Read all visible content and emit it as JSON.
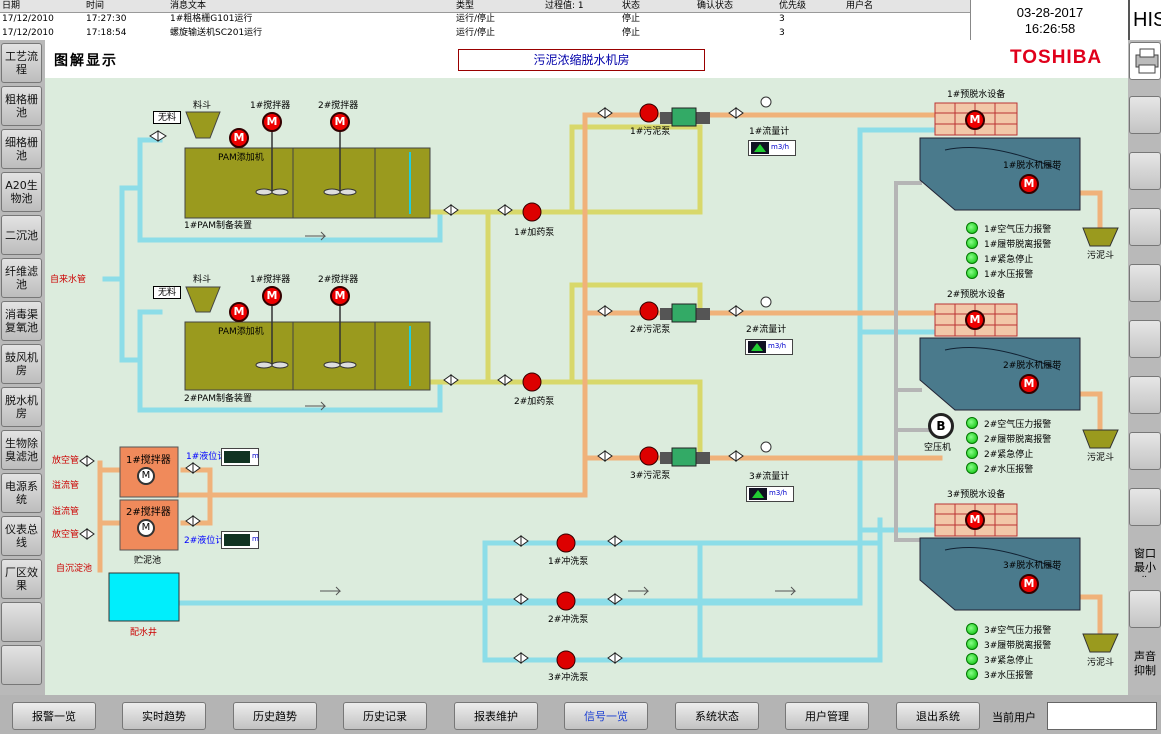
{
  "alarm_table": {
    "headers": [
      "日期",
      "时间",
      "消息文本",
      "类型",
      "过程值: 1",
      "状态",
      "确认状态",
      "优先级",
      "用户名"
    ],
    "rows": [
      [
        "17/12/2010",
        "17:27:30",
        "1#粗格栅G101运行",
        "运行/停止",
        "",
        "停止",
        "",
        "3",
        ""
      ],
      [
        "17/12/2010",
        "17:18:54",
        "螺旋输送机SC201运行",
        "运行/停止",
        "",
        "停止",
        "",
        "3",
        ""
      ]
    ]
  },
  "datetime": {
    "date": "03-28-2017",
    "time": "16:26:58"
  },
  "his_label": "HIS",
  "page_title": "图解显示",
  "room_title": "污泥浓缩脱水机房",
  "logo": "TOSHIBA",
  "left_nav": [
    "工艺流程",
    "粗格栅池",
    "细格栅池",
    "A20生物池",
    "二沉池",
    "纤维滤池",
    "消毒渠复氧池",
    "鼓风机房",
    "脱水机房",
    "生物除臭滤池",
    "电源系统",
    "仪表总线",
    "厂区效果",
    "",
    ""
  ],
  "right_nav": {
    "window_min": "窗口最小化",
    "sound_suppress": "声音抑制"
  },
  "bottom_nav": [
    "报警一览",
    "实时趋势",
    "历史趋势",
    "历史记录",
    "报表维护",
    "信号一览",
    "系统状态",
    "用户管理",
    "退出系统"
  ],
  "active_tab": "信号一览",
  "current_user_label": "当前用户",
  "current_user_value": "",
  "diagram": {
    "pam_units": [
      {
        "hopper": "料斗",
        "no_material": "无料",
        "stirrer1": "1#搅拌器",
        "stirrer2": "2#搅拌器",
        "add_label": "PAM添加机",
        "unit": "1#PAM制备装置",
        "pump": "1#加药泵"
      },
      {
        "hopper": "料斗",
        "no_material": "无料",
        "stirrer1": "1#搅拌器",
        "stirrer2": "2#搅拌器",
        "add_label": "PAM添加机",
        "unit": "2#PAM制备装置",
        "pump": "2#加药泵"
      }
    ],
    "tap_water": "自来水管",
    "sludge_pumps": [
      "1#污泥泵",
      "2#污泥泵",
      "3#污泥泵"
    ],
    "flow_meters": [
      {
        "label": "1#流量计",
        "unit": "m3/h"
      },
      {
        "label": "2#流量计",
        "unit": "m3/h"
      },
      {
        "label": "3#流量计",
        "unit": "m3/h"
      }
    ],
    "dewatering": [
      {
        "pre": "1#预脱水设备",
        "belt": "1#脱水机履带",
        "hopper": "污泥斗",
        "alarms": [
          "1#空气压力报警",
          "1#履带脱离报警",
          "1#紧急停止",
          "1#水压报警"
        ]
      },
      {
        "pre": "2#预脱水设备",
        "belt": "2#脱水机履带",
        "hopper": "污泥斗",
        "alarms": [
          "2#空气压力报警",
          "2#履带脱离报警",
          "2#紧急停止",
          "2#水压报警"
        ]
      },
      {
        "pre": "3#预脱水设备",
        "belt": "3#脱水机履带",
        "hopper": "污泥斗",
        "alarms": [
          "3#空气压力报警",
          "3#履带脱离报警",
          "3#紧急停止",
          "3#水压报警"
        ]
      }
    ],
    "compressor": "空压机",
    "compressor_symbol": "B",
    "storage": {
      "stirrer1": "1#搅拌器",
      "stirrer2": "2#搅拌器",
      "level1": "1#液位计",
      "level2": "2#液位计",
      "level_unit": "m",
      "name": "贮泥池",
      "vent1": "放空管",
      "overflow1": "溢流管",
      "overflow2": "溢流管",
      "vent2": "放空管",
      "inflow": "自沉淀池"
    },
    "water_well": "配水井",
    "flush_pumps": [
      "1#冲洗泵",
      "2#冲洗泵",
      "3#冲洗泵"
    ],
    "motor_symbol": "M"
  },
  "colors": {
    "pipe_yellow": "#d8d86a",
    "pipe_orange": "#f0b27a",
    "pipe_cyan": "#8cdde8",
    "tank": "#9a9a1e",
    "machine": "#4a7a8c",
    "pump_red": "#d00000",
    "alarm_green": "#1ec01e"
  }
}
